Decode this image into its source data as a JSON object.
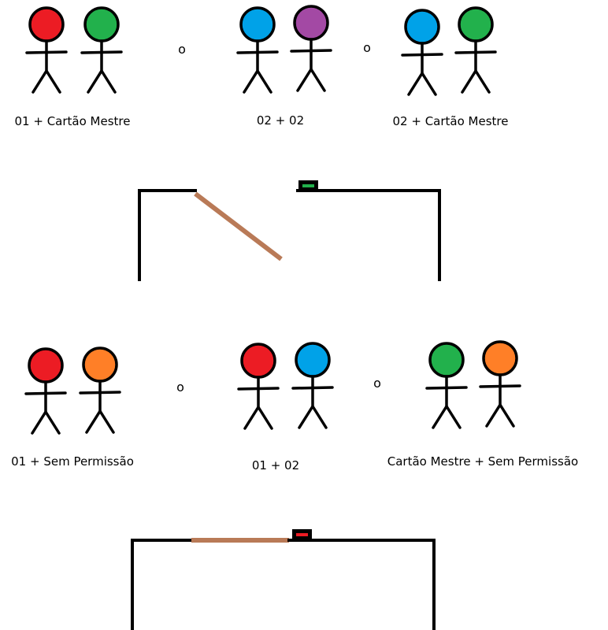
{
  "colors": {
    "red": "#ec1c24",
    "green": "#22b14c",
    "blue": "#00a2e8",
    "purple": "#a349a4",
    "orange": "#ff7f27",
    "door": "#b97a57",
    "led_green": "#22b14c",
    "led_red": "#ec1c24"
  },
  "separator": "o",
  "scene_top": {
    "groups": [
      {
        "label": "01 + Cartão Mestre",
        "people": [
          "red",
          "green"
        ]
      },
      {
        "label": "02 + 02",
        "people": [
          "blue",
          "purple"
        ]
      },
      {
        "label": "02 + Cartão Mestre",
        "people": [
          "blue",
          "green"
        ]
      }
    ],
    "door_state": "open",
    "reader_led": "led_green"
  },
  "scene_bottom": {
    "groups": [
      {
        "label": "01 + Sem Permissão",
        "people": [
          "red",
          "orange"
        ]
      },
      {
        "label": "01 + 02",
        "people": [
          "red",
          "blue"
        ]
      },
      {
        "label": "Cartão Mestre + Sem Permissão",
        "people": [
          "green",
          "orange"
        ]
      }
    ],
    "door_state": "closed",
    "reader_led": "led_red"
  }
}
